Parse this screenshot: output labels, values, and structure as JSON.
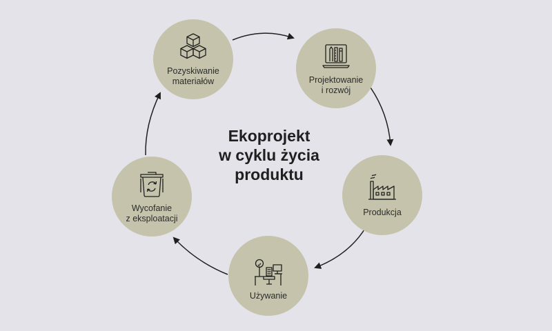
{
  "title": "Ekoprojekt\nw cyklu życia\nproduktu",
  "stages": [
    {
      "label": "Pozyskiwanie\nmateriałów",
      "icon": "boxes-icon"
    },
    {
      "label": "Projektowanie\ni rozwój",
      "icon": "design-tools-icon"
    },
    {
      "label": "Produkcja",
      "icon": "factory-icon"
    },
    {
      "label": "Używanie",
      "icon": "desk-workspace-icon"
    },
    {
      "label": "Wycofanie\nz eksploatacji",
      "icon": "recycle-bin-icon"
    }
  ],
  "colors": {
    "background": "#e4e3ea",
    "node": "#c5c3ab",
    "stroke": "#1f1f1f"
  }
}
